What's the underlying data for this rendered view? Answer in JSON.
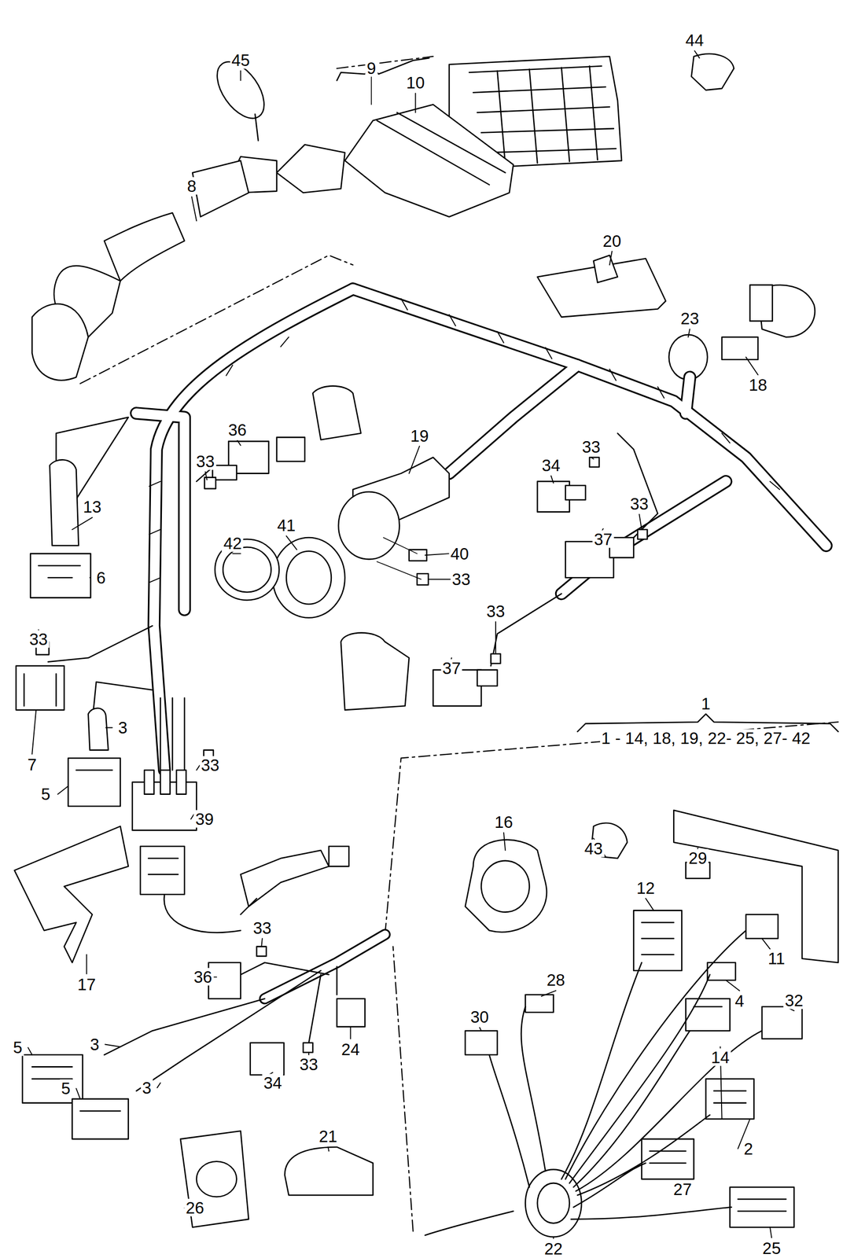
{
  "diagram": {
    "labels": [
      "45",
      "9",
      "10",
      "8",
      "44",
      "20",
      "23",
      "18",
      "36",
      "33",
      "19",
      "34",
      "33",
      "13",
      "41",
      "37",
      "33",
      "40",
      "33",
      "42",
      "6",
      "33",
      "37",
      "33",
      "3",
      "7",
      "33",
      "1",
      "1 - 14, 18, 19, 22- 25, 27- 42",
      "5",
      "39",
      "16",
      "43",
      "29",
      "12",
      "17",
      "11",
      "33",
      "36",
      "28",
      "4",
      "32",
      "30",
      "3",
      "5",
      "24",
      "33",
      "14",
      "3",
      "5",
      "34",
      "21",
      "2",
      "27",
      "26",
      "25",
      "22"
    ]
  }
}
